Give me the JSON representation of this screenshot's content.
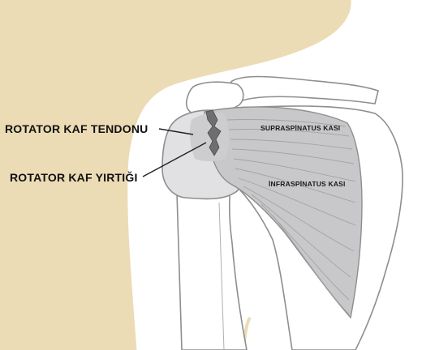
{
  "labels": {
    "rotator_cuff_tendon": "ROTATOR KAF TENDONU",
    "rotator_cuff_tear": "ROTATOR KAF YIRTIĞI",
    "supraspinatus": "SUPRASPİNATUS KASI",
    "infraspinatus": "İNFRASPİNATUS KASI"
  },
  "colors": {
    "skin": "#ecdcb5",
    "skin_outline": "#ffffff",
    "bone": "#ffffff",
    "bone_outline": "#8e8e8e",
    "tendon": "#cdcdcf",
    "muscle": "#c8c8ca",
    "muscle_fiber": "#a3a3a6",
    "tear": "#6e6e70"
  }
}
